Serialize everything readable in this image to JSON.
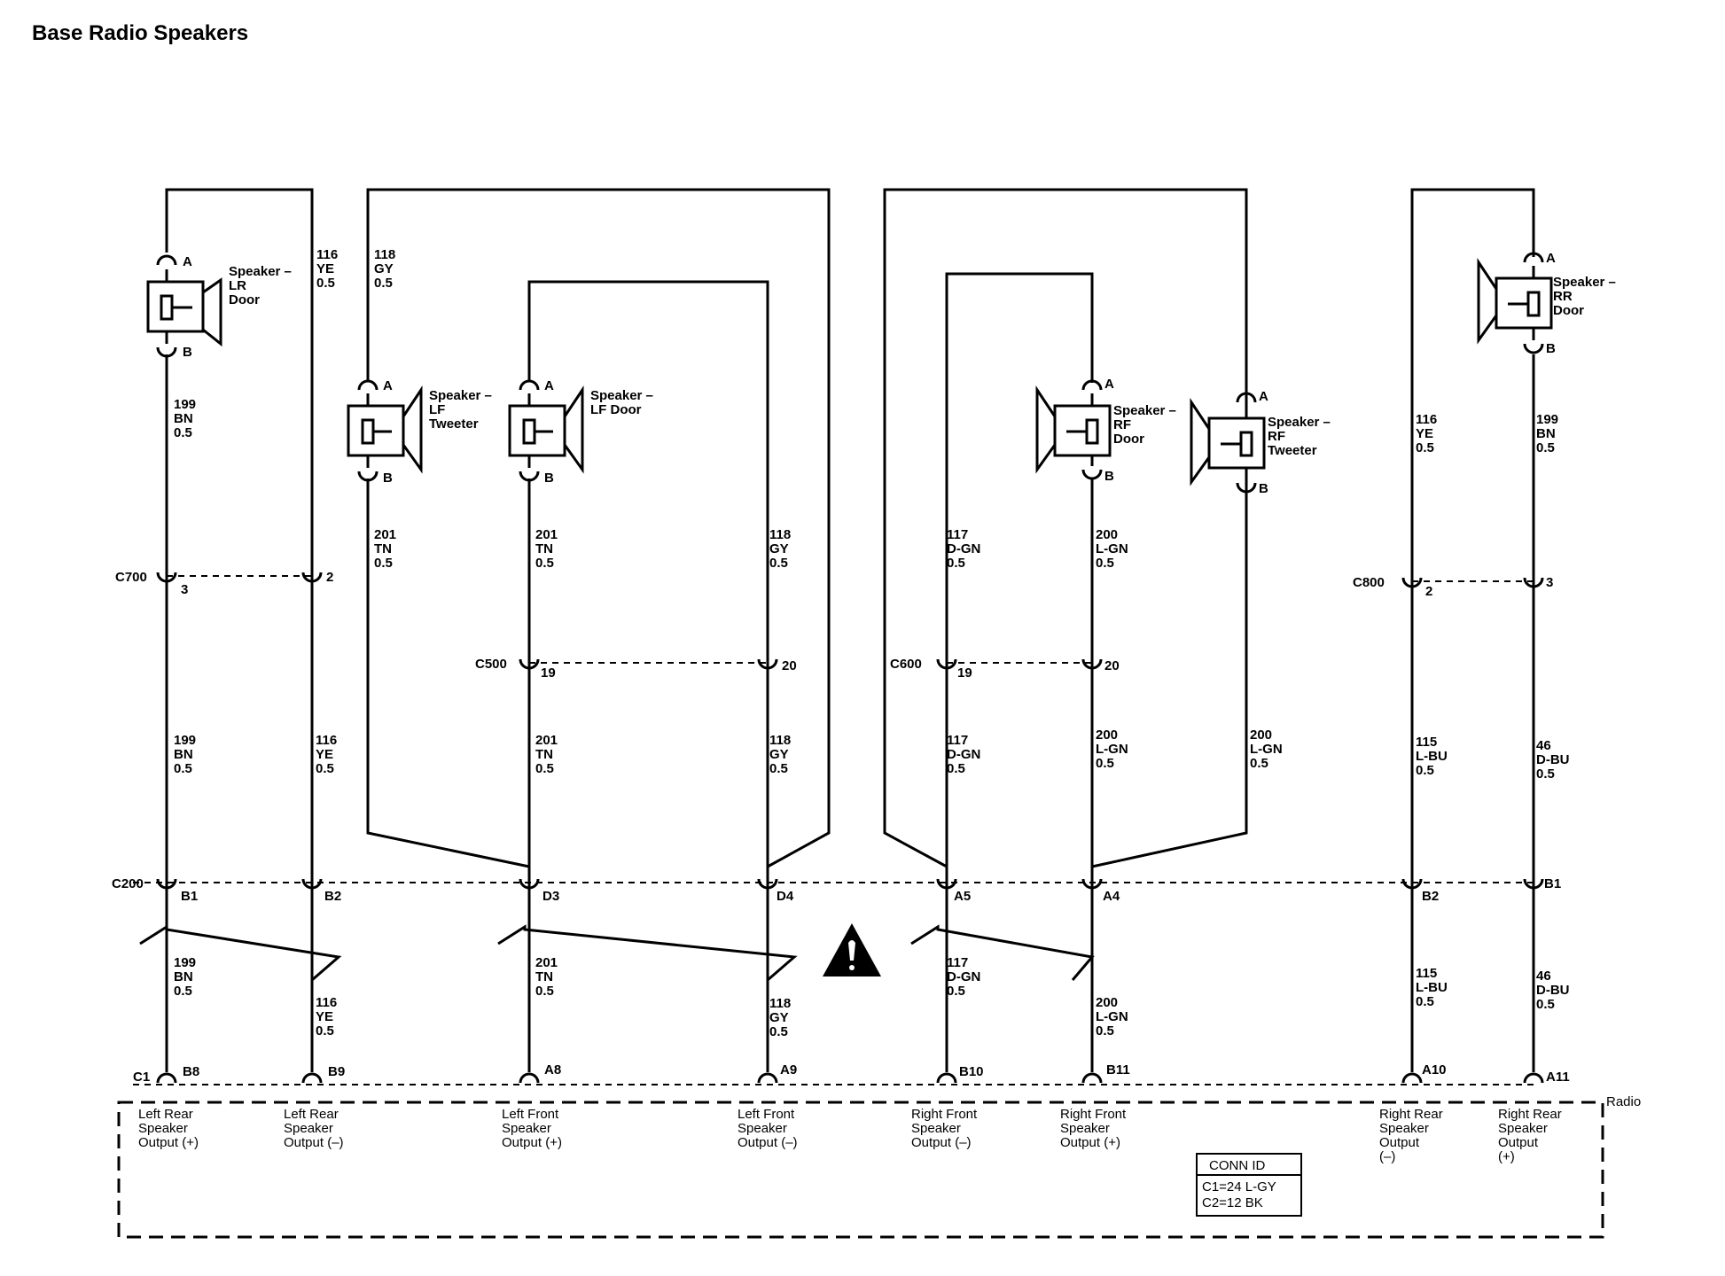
{
  "title": "Base Radio Speakers",
  "colors": {
    "ink": "#000000",
    "background": "#ffffff"
  },
  "speakers": [
    {
      "id": "lr-door",
      "lines": [
        "Speaker –",
        "LR",
        "Door"
      ],
      "pin_top": "A",
      "pin_bottom": "B"
    },
    {
      "id": "lf-tweeter",
      "lines": [
        "Speaker –",
        "LF",
        "Tweeter"
      ],
      "pin_top": "A",
      "pin_bottom": "B"
    },
    {
      "id": "lf-door",
      "lines": [
        "Speaker –",
        "LF Door"
      ],
      "pin_top": "A",
      "pin_bottom": "B"
    },
    {
      "id": "rf-door",
      "lines": [
        "Speaker –",
        "RF",
        "Door"
      ],
      "pin_top": "A",
      "pin_bottom": "B"
    },
    {
      "id": "rf-tweeter",
      "lines": [
        "Speaker –",
        "RF",
        "Tweeter"
      ],
      "pin_top": "A",
      "pin_bottom": "B"
    },
    {
      "id": "rr-door",
      "lines": [
        "Speaker –",
        "RR",
        "Door"
      ],
      "pin_top": "A",
      "pin_bottom": "B"
    }
  ],
  "wire_labels": [
    {
      "circuit": "116",
      "color": "YE",
      "size": "0.5"
    },
    {
      "circuit": "118",
      "color": "GY",
      "size": "0.5"
    },
    {
      "circuit": "199",
      "color": "BN",
      "size": "0.5"
    },
    {
      "circuit": "201",
      "color": "TN",
      "size": "0.5"
    },
    {
      "circuit": "201",
      "color": "TN",
      "size": "0.5"
    },
    {
      "circuit": "118",
      "color": "GY",
      "size": "0.5"
    },
    {
      "circuit": "117",
      "color": "D-GN",
      "size": "0.5"
    },
    {
      "circuit": "200",
      "color": "L-GN",
      "size": "0.5"
    },
    {
      "circuit": "116",
      "color": "YE",
      "size": "0.5"
    },
    {
      "circuit": "199",
      "color": "BN",
      "size": "0.5"
    },
    {
      "circuit": "199",
      "color": "BN",
      "size": "0.5"
    },
    {
      "circuit": "116",
      "color": "YE",
      "size": "0.5"
    },
    {
      "circuit": "201",
      "color": "TN",
      "size": "0.5"
    },
    {
      "circuit": "118",
      "color": "GY",
      "size": "0.5"
    },
    {
      "circuit": "117",
      "color": "D-GN",
      "size": "0.5"
    },
    {
      "circuit": "200",
      "color": "L-GN",
      "size": "0.5"
    },
    {
      "circuit": "200",
      "color": "L-GN",
      "size": "0.5"
    },
    {
      "circuit": "115",
      "color": "L-BU",
      "size": "0.5"
    },
    {
      "circuit": "46",
      "color": "D-BU",
      "size": "0.5"
    },
    {
      "circuit": "199",
      "color": "BN",
      "size": "0.5"
    },
    {
      "circuit": "116",
      "color": "YE",
      "size": "0.5"
    },
    {
      "circuit": "201",
      "color": "TN",
      "size": "0.5"
    },
    {
      "circuit": "118",
      "color": "GY",
      "size": "0.5"
    },
    {
      "circuit": "117",
      "color": "D-GN",
      "size": "0.5"
    },
    {
      "circuit": "200",
      "color": "L-GN",
      "size": "0.5"
    },
    {
      "circuit": "115",
      "color": "L-BU",
      "size": "0.5"
    },
    {
      "circuit": "46",
      "color": "D-BU",
      "size": "0.5"
    }
  ],
  "connectors": [
    {
      "name": "C700",
      "pins": [
        "3",
        "2"
      ]
    },
    {
      "name": "C800",
      "pins": [
        "2",
        "3"
      ]
    },
    {
      "name": "C500",
      "pins": [
        "19",
        "20"
      ]
    },
    {
      "name": "C600",
      "pins": [
        "19",
        "20"
      ]
    },
    {
      "name": "C200",
      "pins": [
        "B1",
        "B2",
        "D3",
        "D4",
        "A5",
        "A4",
        "B2",
        "B1"
      ]
    },
    {
      "name": "C1",
      "pins": [
        "B8",
        "B9",
        "A8",
        "A9",
        "B10",
        "B11",
        "A10",
        "A11"
      ]
    }
  ],
  "radio": {
    "label": "Radio",
    "outputs": [
      {
        "lines": [
          "Left Rear",
          "Speaker",
          "Output (+)"
        ]
      },
      {
        "lines": [
          "Left Rear",
          "Speaker",
          "Output (–)"
        ]
      },
      {
        "lines": [
          "Left Front",
          "Speaker",
          "Output (+)"
        ]
      },
      {
        "lines": [
          "Left Front",
          "Speaker",
          "Output (–)"
        ]
      },
      {
        "lines": [
          "Right Front",
          "Speaker",
          "Output (–)"
        ]
      },
      {
        "lines": [
          "Right Front",
          "Speaker",
          "Output (+)"
        ]
      },
      {
        "lines": [
          "Right Rear",
          "Speaker",
          "Output",
          "(–)"
        ]
      },
      {
        "lines": [
          "Right Rear",
          "Speaker",
          "Output",
          "(+)"
        ]
      }
    ],
    "conn_id": {
      "title": "CONN ID",
      "rows": [
        "C1=24 L-GY",
        "C2=12 BK"
      ]
    }
  }
}
